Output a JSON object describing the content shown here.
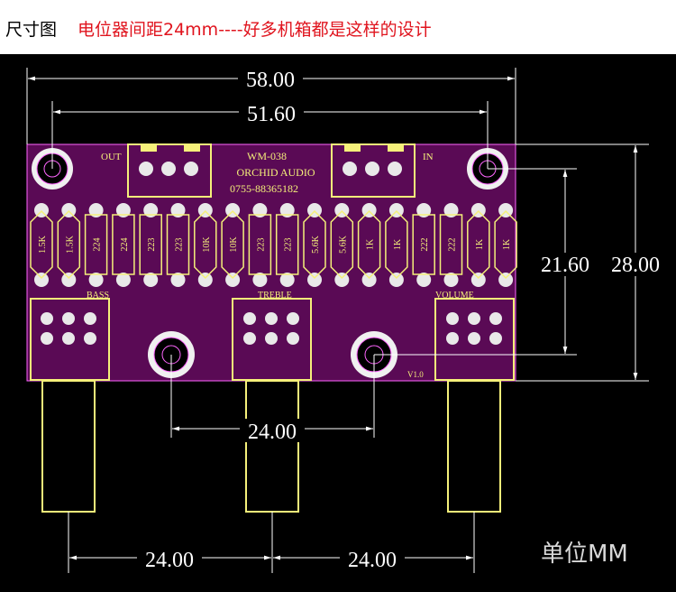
{
  "header": {
    "label": "尺寸图",
    "note": "电位器间距24mm----好多机箱都是这样的设计"
  },
  "board": {
    "model": "WM-038",
    "brand": "ORCHID AUDIO",
    "phone": "0755-88365182",
    "version": "V1.0",
    "connectors": {
      "out": "OUT",
      "in": "IN"
    },
    "pots": [
      {
        "label": "BASS"
      },
      {
        "label": "TREBLE"
      },
      {
        "label": "VOLUME"
      }
    ],
    "components": [
      {
        "label": "1.5K",
        "type": "resistor"
      },
      {
        "label": "1.5K",
        "type": "resistor"
      },
      {
        "label": "224",
        "type": "capacitor"
      },
      {
        "label": "224",
        "type": "capacitor"
      },
      {
        "label": "223",
        "type": "capacitor"
      },
      {
        "label": "223",
        "type": "capacitor"
      },
      {
        "label": "10K",
        "type": "resistor"
      },
      {
        "label": "10K",
        "type": "resistor"
      },
      {
        "label": "223",
        "type": "capacitor"
      },
      {
        "label": "223",
        "type": "capacitor"
      },
      {
        "label": "5.6K",
        "type": "resistor"
      },
      {
        "label": "5.6K",
        "type": "resistor"
      },
      {
        "label": "1K",
        "type": "resistor"
      },
      {
        "label": "1K",
        "type": "resistor"
      },
      {
        "label": "222",
        "type": "capacitor"
      },
      {
        "label": "222",
        "type": "capacitor"
      },
      {
        "label": "1K",
        "type": "resistor"
      },
      {
        "label": "1K",
        "type": "resistor"
      }
    ]
  },
  "dimensions": {
    "overall_width": "58.00",
    "hole_spacing_width": "51.60",
    "hole_spacing_height": "21.60",
    "overall_height": "28.00",
    "pot_spacing_left": "24.00",
    "pot_spacing_right": "24.00",
    "hole_to_hole_bottom": "24.00"
  },
  "unit_label": "单位MM",
  "colors": {
    "board": "#5a0a55",
    "silkscreen": "#f5f07a",
    "pad": "#e9e9e9",
    "dimension": "#ffffff",
    "note": "#e0141e"
  }
}
